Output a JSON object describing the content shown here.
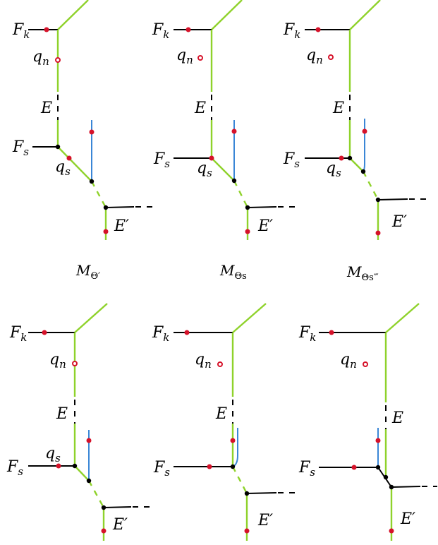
{
  "labels": {
    "fk_base": "F",
    "fk_sub": "k",
    "qn_base": "q",
    "qn_sub": "n",
    "e": "E",
    "fs_base": "F",
    "fs_sub": "s",
    "qs_base": "q",
    "qs_sub": "s",
    "eprime": "E′"
  },
  "captions": [
    {
      "base": "M",
      "sub": "Θ′"
    },
    {
      "base": "M",
      "sub": "Θs"
    },
    {
      "base": "M",
      "sub": "Θs‴"
    }
  ],
  "colors": {
    "green_edge": "#8fd22b",
    "black_edge": "#000000",
    "blue_curve": "#3a86d6",
    "red_point": "#d6122a"
  }
}
